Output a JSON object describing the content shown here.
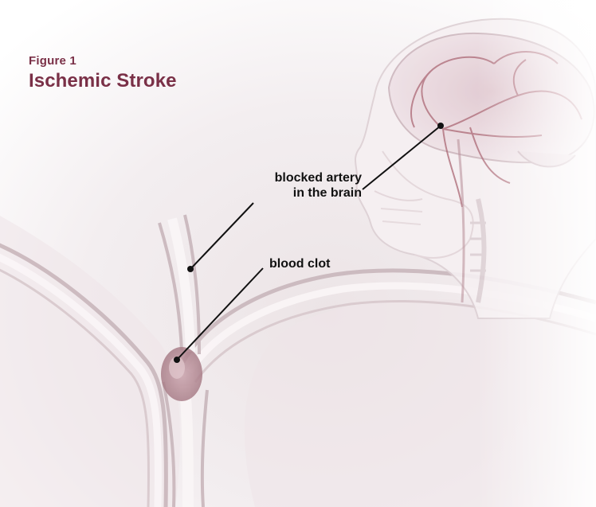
{
  "figure": {
    "label": "Figure 1",
    "title": "Ischemic Stroke"
  },
  "callouts": {
    "artery_line1": "blocked artery",
    "artery_line2": "in the brain",
    "clot": "blood clot"
  },
  "colors": {
    "title": "#7a3047",
    "callout_text": "#111111",
    "leader_line": "#111111",
    "artery_fill": "#e8dde0",
    "vessel_red": "#a45a68",
    "background_tint": "#e9e1e3"
  },
  "icons": {
    "head": "head-profile-illustration",
    "artery": "artery-branch-illustration"
  }
}
